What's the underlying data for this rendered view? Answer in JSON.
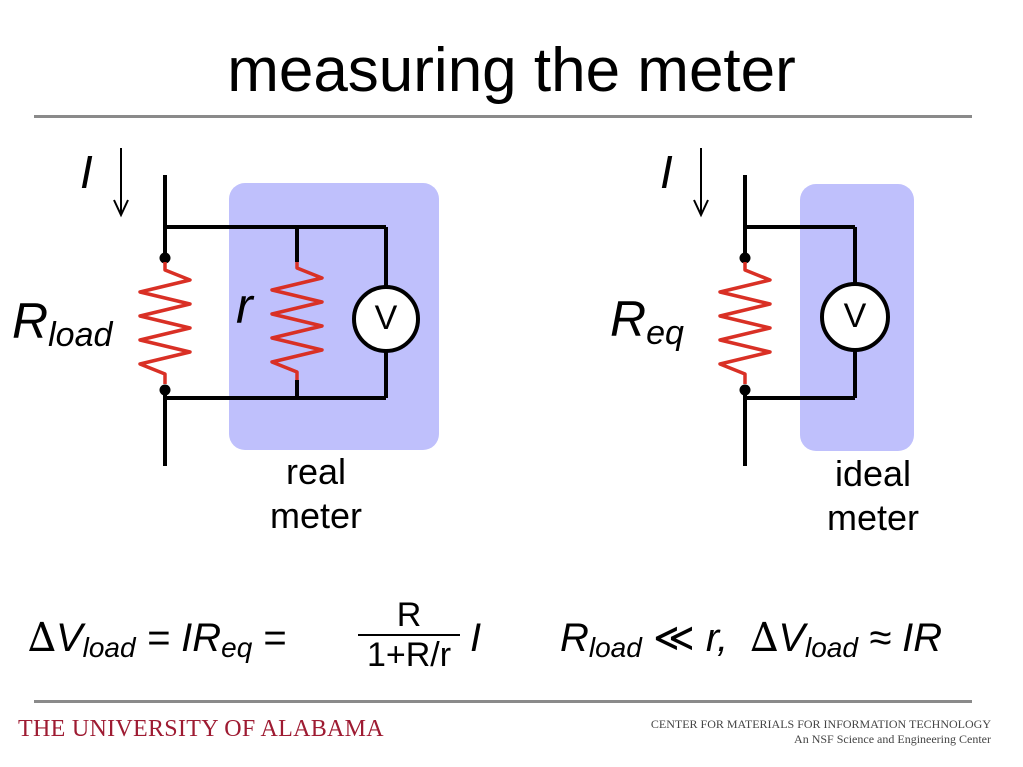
{
  "slide": {
    "title": "measuring the meter"
  },
  "colors": {
    "meter_box": "#bfc0fc",
    "resistor": "#d93025",
    "wire": "#000000",
    "rule": "#8a8a8a",
    "university": "#9e1b32"
  },
  "left_circuit": {
    "current_label": "I",
    "load_label_main": "R",
    "load_label_sub": "load",
    "internal_label": "r",
    "meter_symbol": "V",
    "caption_line1": "real",
    "caption_line2": "meter"
  },
  "right_circuit": {
    "current_label": "I",
    "load_label_main": "R",
    "load_label_sub": "eq",
    "meter_symbol": "V",
    "caption_line1": "ideal",
    "caption_line2": "meter"
  },
  "equations": {
    "left": {
      "delta": "∆",
      "v": "V",
      "v_sub": "load",
      "mid": " = IR",
      "req_sub": "eq",
      "eq_sign": " =",
      "frac_num": "R",
      "frac_den": "1+R/r",
      "tail": "I"
    },
    "right": {
      "r": "R",
      "r_sub": "load",
      "relation": " ≪ r,  ",
      "delta": "∆",
      "v": "V",
      "v_sub": "load",
      "approx": " ≈ IR"
    }
  },
  "footer": {
    "university": "THE UNIVERSITY OF ALABAMA",
    "center_line1": "CENTER FOR MATERIALS FOR INFORMATION TECHNOLOGY",
    "center_line2": "An NSF Science and Engineering Center"
  }
}
